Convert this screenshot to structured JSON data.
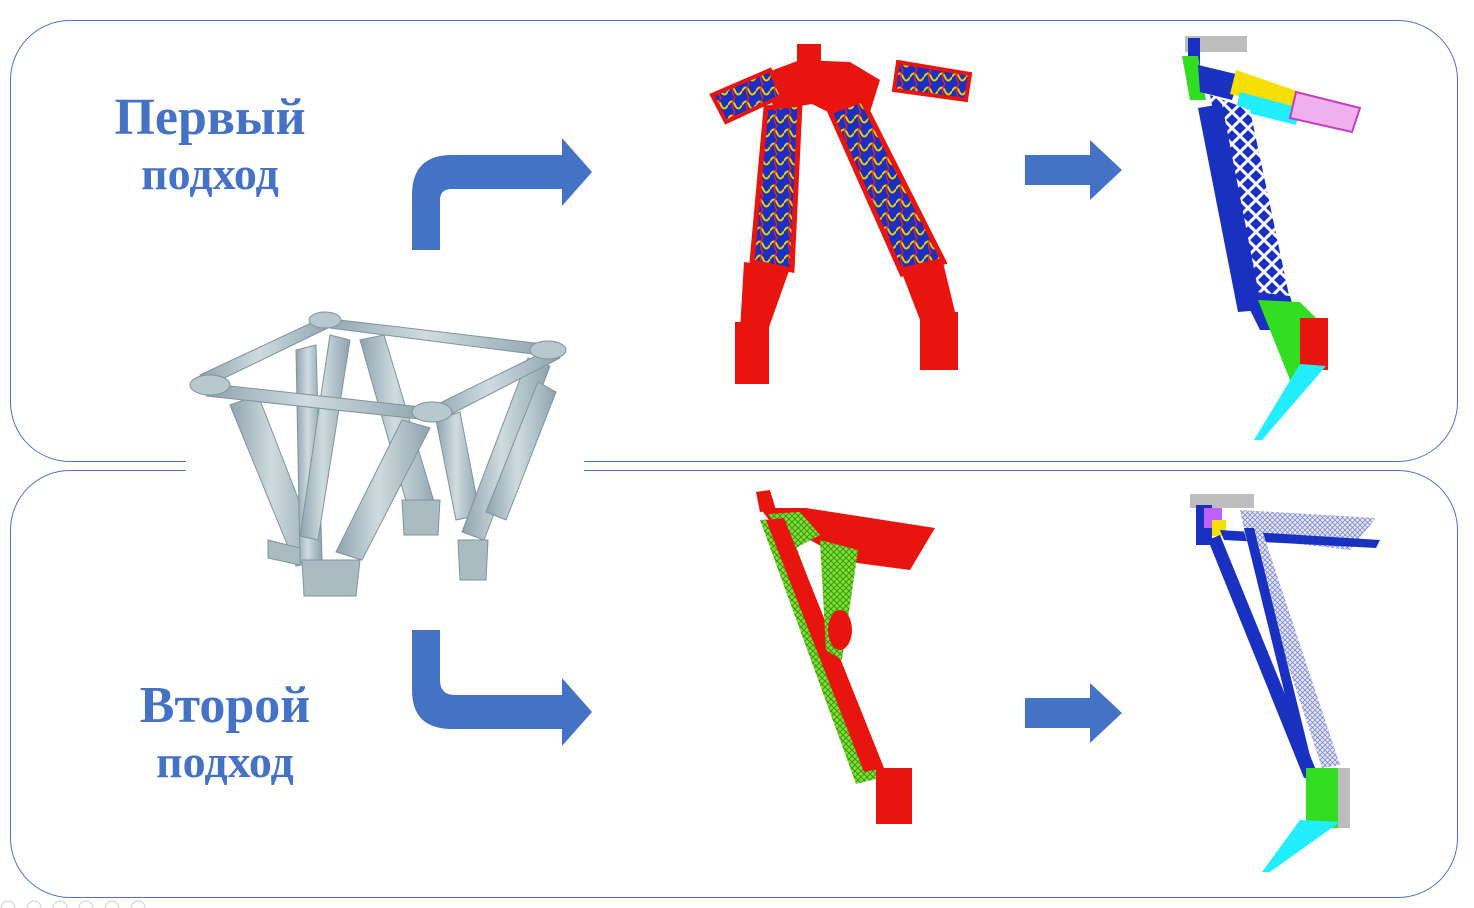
{
  "labels": {
    "first_l1": "Первый",
    "first_l2": "подход",
    "second_l1": "Второй",
    "second_l2": "подход"
  },
  "colors": {
    "frame": "#4a74c4",
    "arrow": "#4472c4",
    "text": "#4472c4",
    "truss": "#a9bcc4",
    "red": "#e8140e",
    "navy": "#1525b8",
    "green": "#33dd22",
    "cyan": "#22eeff",
    "yellow": "#f5e000",
    "magenta": "#e05ce0"
  },
  "icons": {
    "arrow_up_right": "curved-arrow-up-right-icon",
    "arrow_down_right": "curved-arrow-down-right-icon",
    "arrow_right": "arrow-right-icon"
  }
}
